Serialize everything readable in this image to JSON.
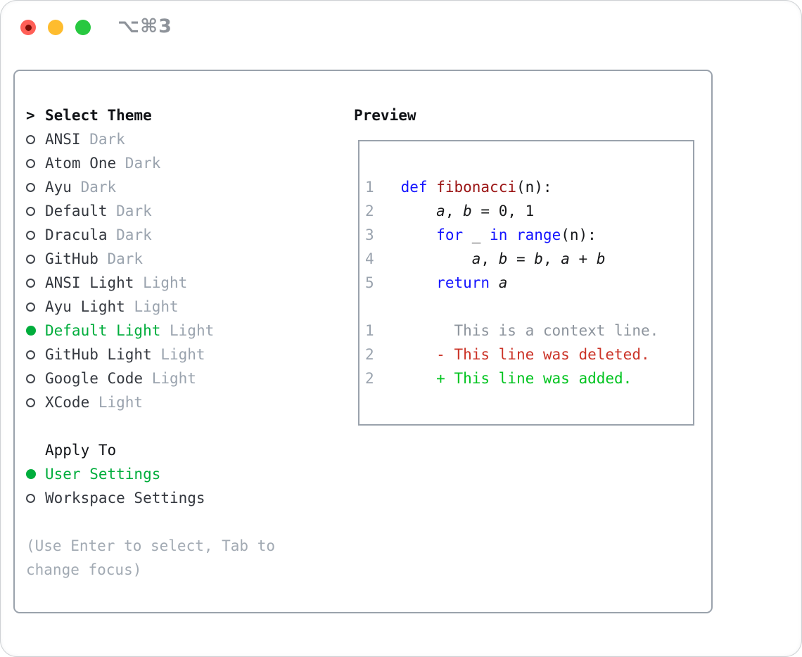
{
  "window": {
    "title_shortcut": "⌥⌘3",
    "traffic_lights": [
      "close",
      "minimize",
      "zoom"
    ]
  },
  "colors": {
    "selection_green": "#00ad3c",
    "added_green": "#00c41f",
    "deleted_red": "#cb3327",
    "keyword_blue": "#1414ff",
    "function_red": "#9b1414",
    "muted_gray": "#9aa3ae",
    "context_gray": "#8d949d",
    "hint_gray": "#a2aab3",
    "panel_border": "#9aa2ac",
    "traffic_red": "#ff5f57",
    "traffic_yellow": "#febc2e",
    "traffic_green": "#28c840"
  },
  "theme_selector": {
    "prompt": ">",
    "heading": "Select Theme",
    "items": [
      {
        "name": "ANSI",
        "tag": "Dark",
        "selected": false
      },
      {
        "name": "Atom One",
        "tag": "Dark",
        "selected": false
      },
      {
        "name": "Ayu",
        "tag": "Dark",
        "selected": false
      },
      {
        "name": "Default",
        "tag": "Dark",
        "selected": false
      },
      {
        "name": "Dracula",
        "tag": "Dark",
        "selected": false
      },
      {
        "name": "GitHub",
        "tag": "Dark",
        "selected": false
      },
      {
        "name": "ANSI Light",
        "tag": "Light",
        "selected": false
      },
      {
        "name": "Ayu Light",
        "tag": "Light",
        "selected": false
      },
      {
        "name": "Default Light",
        "tag": "Light",
        "selected": true
      },
      {
        "name": "GitHub Light",
        "tag": "Light",
        "selected": false
      },
      {
        "name": "Google Code",
        "tag": "Light",
        "selected": false
      },
      {
        "name": "XCode",
        "tag": "Light",
        "selected": false
      }
    ]
  },
  "apply_to": {
    "heading": "Apply To",
    "options": [
      {
        "name": "User Settings",
        "selected": true
      },
      {
        "name": "Workspace Settings",
        "selected": false
      }
    ]
  },
  "hint": "(Use Enter to select, Tab to change focus)",
  "preview": {
    "heading": "Preview",
    "code_lines": [
      {
        "number": "1",
        "segments": [
          {
            "text": "def",
            "style": "keyword"
          },
          {
            "text": " ",
            "style": "plain"
          },
          {
            "text": "fibonacci",
            "style": "function"
          },
          {
            "text": "(n):",
            "style": "plain"
          }
        ]
      },
      {
        "number": "2",
        "segments": [
          {
            "text": "    ",
            "style": "plain"
          },
          {
            "text": "a",
            "style": "variable"
          },
          {
            "text": ", ",
            "style": "plain"
          },
          {
            "text": "b",
            "style": "variable"
          },
          {
            "text": " = 0, 1",
            "style": "plain"
          }
        ]
      },
      {
        "number": "3",
        "segments": [
          {
            "text": "    ",
            "style": "plain"
          },
          {
            "text": "for",
            "style": "keyword"
          },
          {
            "text": " _ ",
            "style": "plain"
          },
          {
            "text": "in",
            "style": "keyword"
          },
          {
            "text": " ",
            "style": "plain"
          },
          {
            "text": "range",
            "style": "keyword"
          },
          {
            "text": "(n):",
            "style": "plain"
          }
        ]
      },
      {
        "number": "4",
        "segments": [
          {
            "text": "        ",
            "style": "plain"
          },
          {
            "text": "a",
            "style": "variable"
          },
          {
            "text": ", ",
            "style": "plain"
          },
          {
            "text": "b",
            "style": "variable"
          },
          {
            "text": " = ",
            "style": "plain"
          },
          {
            "text": "b",
            "style": "variable"
          },
          {
            "text": ", ",
            "style": "plain"
          },
          {
            "text": "a",
            "style": "variable"
          },
          {
            "text": " + ",
            "style": "plain"
          },
          {
            "text": "b",
            "style": "variable"
          }
        ]
      },
      {
        "number": "5",
        "segments": [
          {
            "text": "    ",
            "style": "plain"
          },
          {
            "text": "return",
            "style": "keyword"
          },
          {
            "text": " ",
            "style": "plain"
          },
          {
            "text": "a",
            "style": "variable"
          }
        ]
      }
    ],
    "diff_lines": [
      {
        "number": "1",
        "marker": "",
        "text": "This is a context line.",
        "style": "context"
      },
      {
        "number": "2",
        "marker": "-",
        "text": "This line was deleted.",
        "style": "deleted"
      },
      {
        "number": "2",
        "marker": "+",
        "text": "This line was added.",
        "style": "added"
      }
    ]
  }
}
